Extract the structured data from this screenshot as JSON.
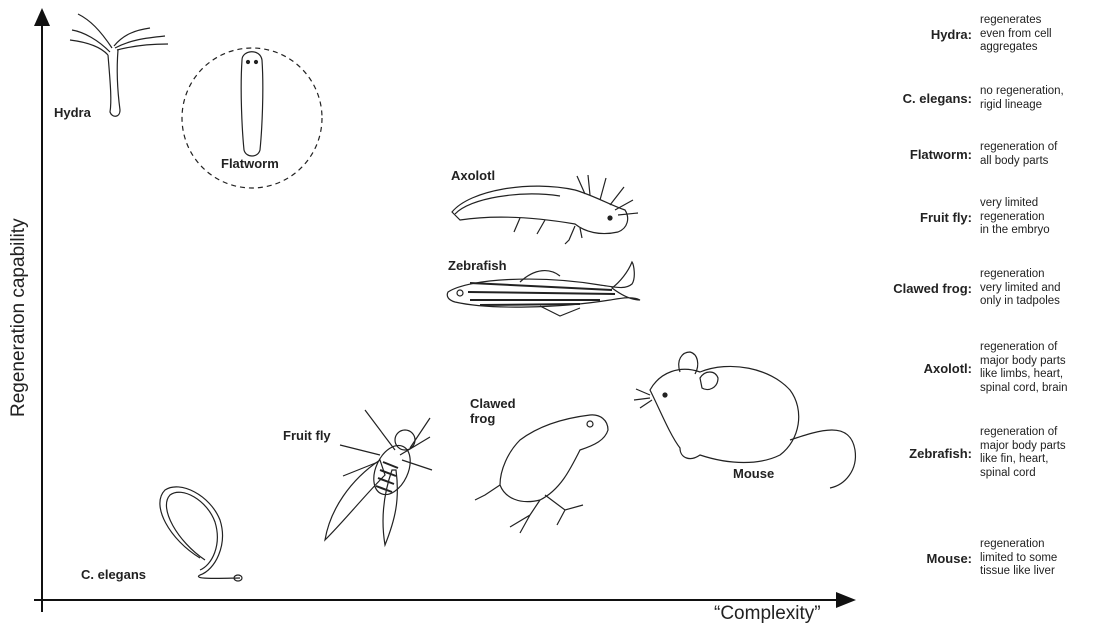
{
  "axes": {
    "ylabel": "Regeneration capability",
    "xlabel": "“Complexity”"
  },
  "organisms": [
    {
      "id": "hydra",
      "label": "Hydra"
    },
    {
      "id": "flatworm",
      "label": "Flatworm"
    },
    {
      "id": "axolotl",
      "label": "Axolotl"
    },
    {
      "id": "zebrafish",
      "label": "Zebrafish"
    },
    {
      "id": "fruitfly",
      "label": "Fruit fly"
    },
    {
      "id": "clawedfrog",
      "label": "Clawed\nfrog"
    },
    {
      "id": "mouse",
      "label": "Mouse"
    },
    {
      "id": "celegans",
      "label": "C. elegans"
    }
  ],
  "legend": [
    {
      "name": "Hydra:",
      "desc": "regenerates\neven from cell\naggregates"
    },
    {
      "name": "C. elegans:",
      "desc": "no regeneration,\nrigid lineage"
    },
    {
      "name": "Flatworm:",
      "desc": "regeneration of\nall body parts"
    },
    {
      "name": "Fruit fly:",
      "desc": "very limited\nregeneration\nin the embryo"
    },
    {
      "name": "Clawed frog:",
      "desc": "regeneration\nvery limited and\nonly in tadpoles"
    },
    {
      "name": "Axolotl:",
      "desc": "regeneration of\nmajor body parts\nlike limbs, heart,\nspinal cord, brain"
    },
    {
      "name": "Zebrafish:",
      "desc": "regeneration of\nmajor body parts\nlike fin, heart,\nspinal cord"
    },
    {
      "name": "Mouse:",
      "desc": "regeneration\nlimited to some\ntissue like liver"
    }
  ]
}
